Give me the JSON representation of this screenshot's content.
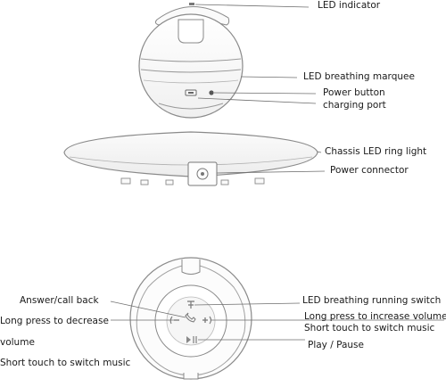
{
  "labels": {
    "led_indicator": "LED indicator",
    "led_breathing_marquee": "LED breathing marquee",
    "power_button": "Power button",
    "charging_port": "charging port",
    "chassis_led_ring_light": "Chassis LED ring light",
    "power_connector": "Power connector",
    "answer_call_back": "Answer/call back",
    "long_press_decrease": "Long press to decrease",
    "volume": "volume",
    "short_touch_switch_music_left": "Short touch to switch music",
    "led_breathing_running_switch": "LED breathing running switch",
    "long_press_increase": "Long press to increase volume",
    "short_touch_switch_music_right": "Short touch to switch music",
    "play_pause": "Play / Pause"
  },
  "icons": {
    "minus": "minus-icon",
    "plus": "plus-icon",
    "play_pause": "play-pause-icon",
    "phone": "phone-icon",
    "led_toggle": "led-toggle-icon",
    "usb_port": "usb-port-icon",
    "power_jack": "power-jack-icon"
  },
  "colors": {
    "line": "#6e6e6e",
    "stroke": "#8a8a8a",
    "fill_light": "#f7f7f7",
    "text": "#1a1a1a"
  }
}
